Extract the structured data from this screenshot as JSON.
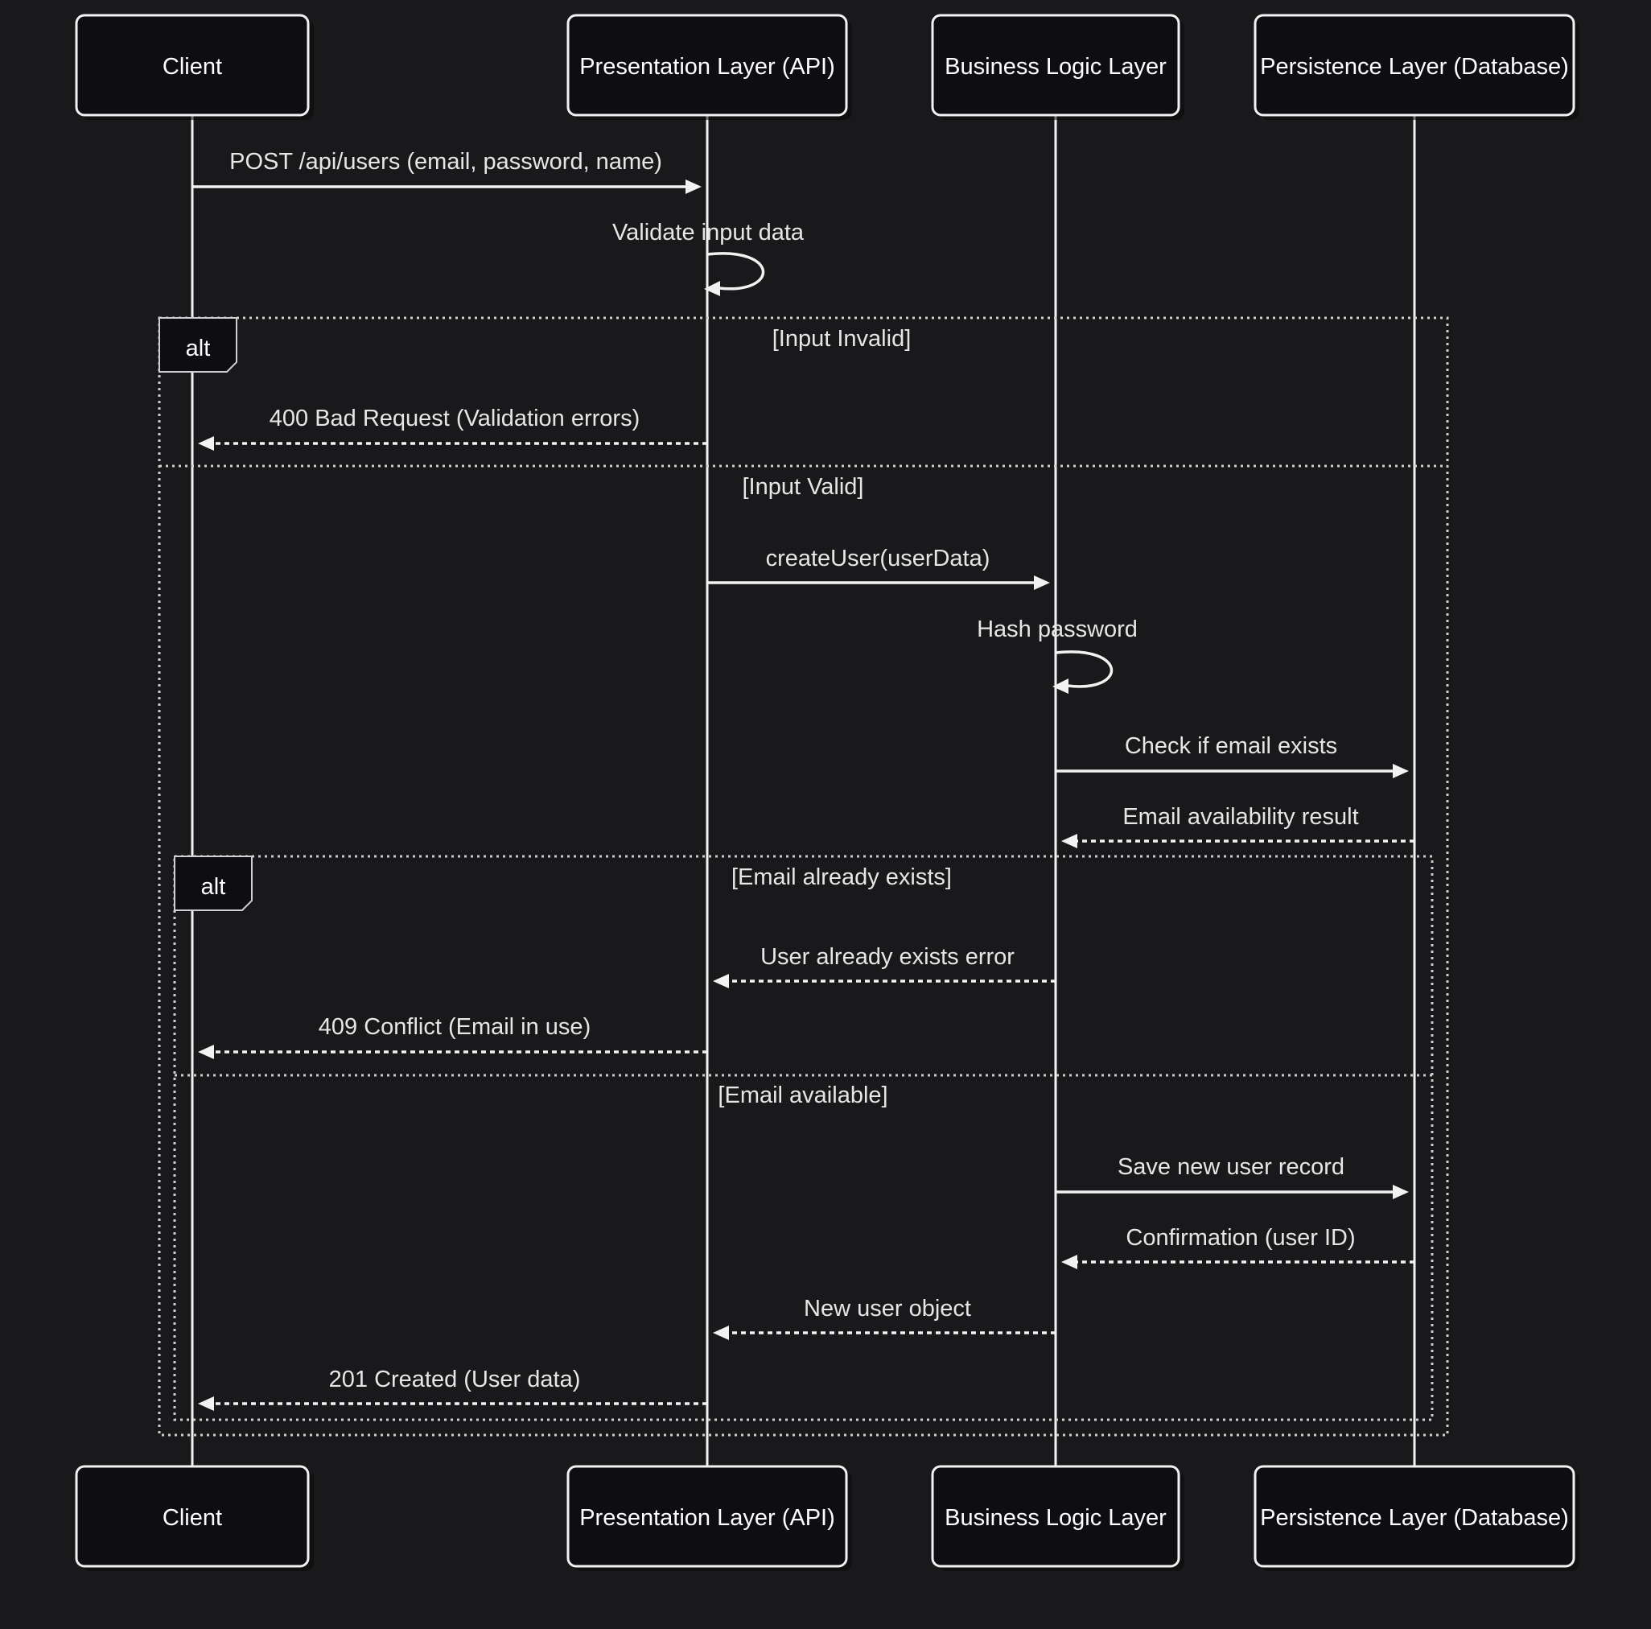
{
  "colors": {
    "background": "#19191b",
    "actor_fill": "#0d0d12",
    "line": "#f2f2f2",
    "text": "#e6e6e6"
  },
  "participants": [
    {
      "id": "client",
      "label": "Client"
    },
    {
      "id": "api",
      "label": "Presentation Layer (API)"
    },
    {
      "id": "bll",
      "label": "Business Logic Layer"
    },
    {
      "id": "db",
      "label": "Persistence Layer (Database)"
    }
  ],
  "messages": [
    {
      "id": "m1",
      "from": "client",
      "to": "api",
      "label": "POST /api/users (email, password, name)",
      "style": "solid"
    },
    {
      "id": "m2",
      "from": "api",
      "to": "api",
      "label": "Validate input data",
      "style": "solid"
    },
    {
      "id": "m3",
      "from": "api",
      "to": "client",
      "label": "400 Bad Request (Validation errors)",
      "style": "dashed"
    },
    {
      "id": "m4",
      "from": "api",
      "to": "bll",
      "label": "createUser(userData)",
      "style": "solid"
    },
    {
      "id": "m5",
      "from": "bll",
      "to": "bll",
      "label": "Hash password",
      "style": "solid"
    },
    {
      "id": "m6",
      "from": "bll",
      "to": "db",
      "label": "Check if email exists",
      "style": "solid"
    },
    {
      "id": "m7",
      "from": "db",
      "to": "bll",
      "label": "Email availability result",
      "style": "dashed"
    },
    {
      "id": "m8",
      "from": "bll",
      "to": "api",
      "label": "User already exists error",
      "style": "dashed"
    },
    {
      "id": "m9",
      "from": "api",
      "to": "client",
      "label": "409 Conflict (Email in use)",
      "style": "dashed"
    },
    {
      "id": "m10",
      "from": "bll",
      "to": "db",
      "label": "Save new user record",
      "style": "solid"
    },
    {
      "id": "m11",
      "from": "db",
      "to": "bll",
      "label": "Confirmation (user ID)",
      "style": "dashed"
    },
    {
      "id": "m12",
      "from": "bll",
      "to": "api",
      "label": "New user object",
      "style": "dashed"
    },
    {
      "id": "m13",
      "from": "api",
      "to": "client",
      "label": "201 Created (User data)",
      "style": "dashed"
    }
  ],
  "frames": [
    {
      "id": "outer",
      "keyword": "alt",
      "conditions": [
        "[Input Invalid]",
        "[Input Valid]"
      ]
    },
    {
      "id": "inner",
      "keyword": "alt",
      "conditions": [
        "[Email already exists]",
        "[Email available]"
      ]
    }
  ]
}
